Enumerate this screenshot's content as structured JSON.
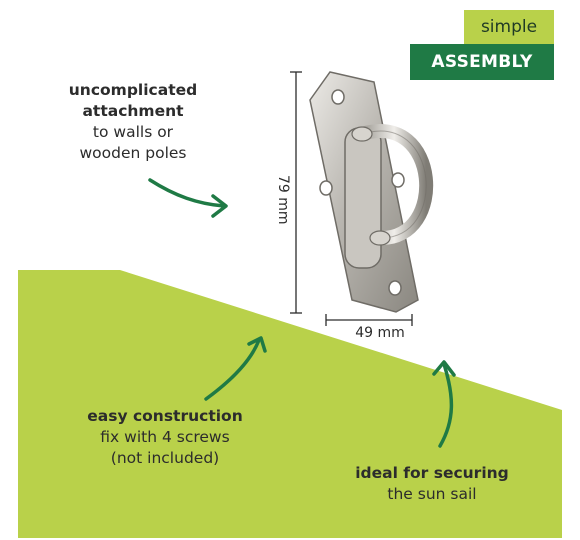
{
  "badge": {
    "top": "simple",
    "bottom": "ASSEMBLY"
  },
  "features": [
    {
      "bold": "uncomplicated attachment",
      "line1": "to walls or",
      "line2": "wooden poles"
    },
    {
      "bold": "easy construction",
      "line1": "fix with 4 screws",
      "line2": "(not included)"
    },
    {
      "bold": "ideal for securing",
      "line1": "the sun sail"
    }
  ],
  "dimensions": {
    "height": "79 mm",
    "width": "49 mm"
  },
  "colors": {
    "lime": "#b9d14a",
    "dark_green": "#1f7a45",
    "arrow_green": "#1f7a45",
    "text": "#2c2c2c"
  },
  "icons": [
    "arrow-icon"
  ]
}
